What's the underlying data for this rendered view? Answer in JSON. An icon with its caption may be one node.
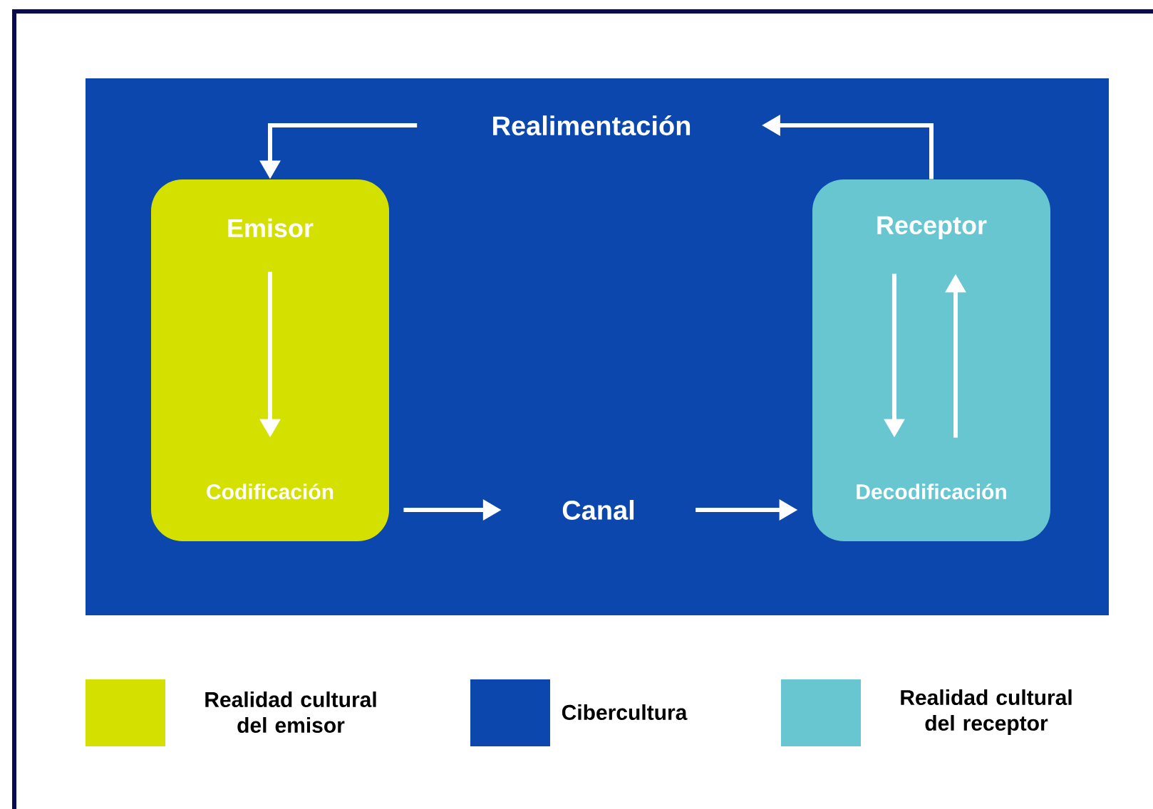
{
  "diagram": {
    "nodes": [
      {
        "text": [],
        "shape": "box"
      },
      {
        "text": [
          "Realimentación"
        ],
        "in": 0
      },
      {
        "text": [],
        "shape": "box",
        "in": 0
      },
      {
        "text": [
          "Emisor"
        ],
        "in": 2
      },
      {
        "text": [
          "Codificación"
        ],
        "in": 2
      },
      {
        "text": [
          "Canal"
        ],
        "in": 0
      },
      {
        "text": [],
        "shape": "box",
        "in": 0
      },
      {
        "text": [
          "Receptor"
        ],
        "in": 6
      },
      {
        "text": [
          "Decodificación"
        ],
        "in": 6
      }
    ],
    "edges": [
      {
        "from": 1,
        "to": 2,
        "arrow": "to"
      },
      {
        "from": 3,
        "to": 4,
        "arrow": "to"
      },
      {
        "from": 2,
        "to": 5,
        "arrow": "to"
      },
      {
        "from": 5,
        "to": 6,
        "arrow": "to"
      },
      {
        "from": 7,
        "to": 8,
        "arrow": "to"
      },
      {
        "from": 8,
        "to": 7,
        "arrow": "to"
      },
      {
        "from": 6,
        "to": 1,
        "arrow": "to"
      }
    ],
    "legend": [
      {
        "text": "Realidad cultural del emisor",
        "color": "#d4e000"
      },
      {
        "text": "Cibercultura",
        "color": "#0b47ad"
      },
      {
        "text": "Realidad cultural del receptor",
        "color": "#67c6d0"
      }
    ]
  }
}
